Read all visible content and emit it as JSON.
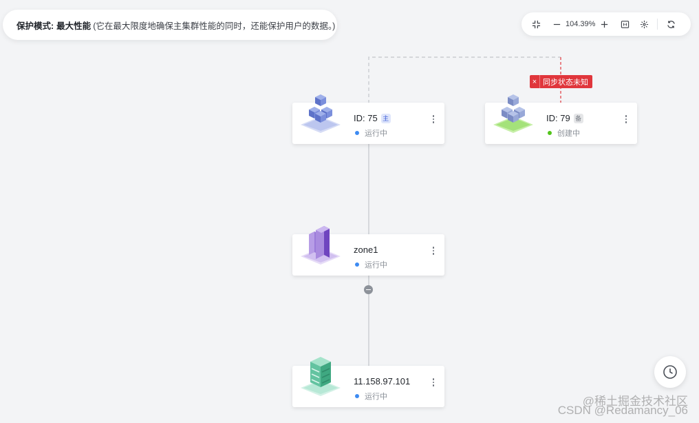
{
  "mode_bar": {
    "label": "保护模式:",
    "value": "最大性能",
    "description": "(它在最大限度地确保主集群性能的同时，还能保护用户的数据。)"
  },
  "toolbar": {
    "fullscreen_icon": "fullscreen-icon",
    "zoom_out_icon": "minus-icon",
    "zoom_level": "104.39%",
    "zoom_in_icon": "plus-icon",
    "fit_icon": "fit-view-icon",
    "center_icon": "center-focus-icon",
    "refresh_icon": "refresh-icon"
  },
  "sync_tag": {
    "close_glyph": "×",
    "text": "同步状态未知",
    "color": "#e0363c"
  },
  "nodes": {
    "primary_cluster": {
      "title": "ID: 75",
      "badge": "主",
      "status": "运行中",
      "status_color": "#3d8bf2",
      "icon": "cluster-cubes-icon"
    },
    "standby_cluster": {
      "title": "ID: 79",
      "badge": "备",
      "status": "创建中",
      "status_color": "#52c41a",
      "icon": "cluster-cubes-green-icon"
    },
    "zone": {
      "title": "zone1",
      "status": "运行中",
      "status_color": "#3d8bf2",
      "icon": "zone-buildings-icon"
    },
    "server": {
      "title": "11.158.97.101",
      "status": "运行中",
      "status_color": "#3d8bf2",
      "icon": "server-rack-icon"
    }
  },
  "history_button": {
    "icon": "clock-icon"
  },
  "watermark": {
    "line1": "@稀土掘金技术社区",
    "line2": "CSDN @Redamancy_06"
  },
  "colors": {
    "edge_solid": "#c9ccd1",
    "edge_dashed": "#c9ccd1",
    "edge_error": "#e0363c"
  }
}
